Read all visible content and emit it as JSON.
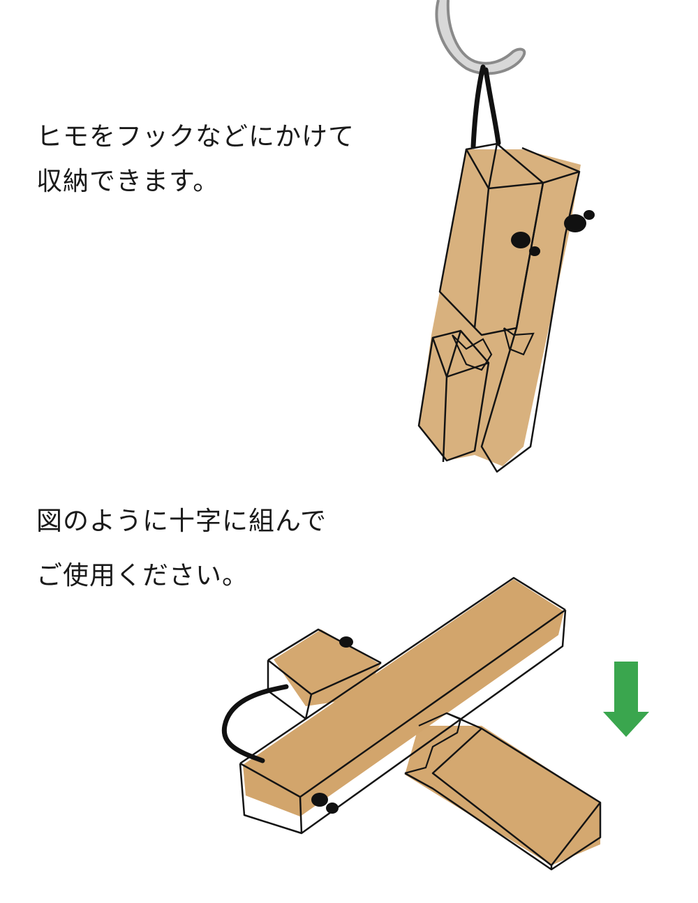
{
  "instructions": {
    "storage": {
      "line1": "ヒモをフックなどにかけて",
      "line2": "収納できます。"
    },
    "assembly": {
      "line1": "図のように十字に組んで",
      "line2": "ご使用ください。"
    }
  },
  "colors": {
    "wood": "#d4a870",
    "wood_dark": "#c8955a",
    "outline": "#141414",
    "hook": "#b4b4b4",
    "arrow": "#3aa64e"
  },
  "icons": {
    "hook": "hook-icon",
    "arrow": "down-arrow-icon"
  }
}
